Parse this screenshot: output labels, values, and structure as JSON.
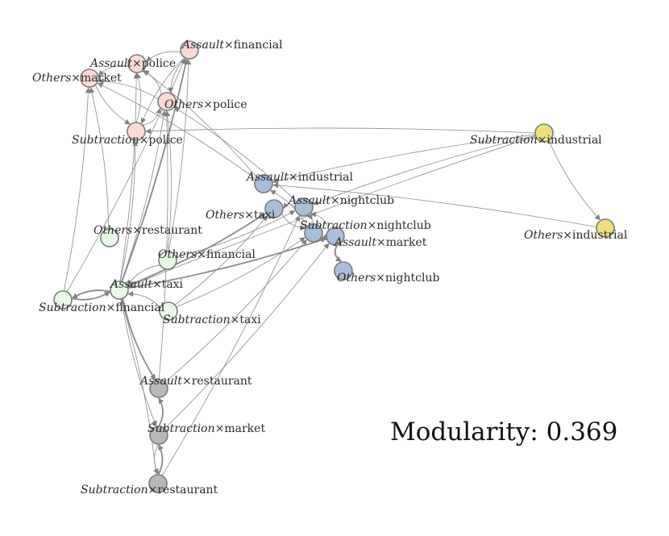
{
  "modularity_text": "Modularity: 0.369",
  "community_colors": {
    "police": "#fbd9d6",
    "nightclub": "#a9bddc",
    "industrial": "#ede07a",
    "taxi": "#e8f8e6",
    "restaurant": "#b8b8b8"
  },
  "nodes": [
    {
      "id": "assault-financial",
      "crime": "Assault",
      "place": "financial",
      "community": "police"
    },
    {
      "id": "assault-police",
      "crime": "Assault",
      "place": "police",
      "community": "police"
    },
    {
      "id": "others-market",
      "crime": "Others",
      "place": "market",
      "community": "police"
    },
    {
      "id": "others-police",
      "crime": "Others",
      "place": "police",
      "community": "police"
    },
    {
      "id": "subtraction-police",
      "crime": "Subtraction",
      "place": "police",
      "community": "police"
    },
    {
      "id": "subtraction-industrial",
      "crime": "Subtraction",
      "place": "industrial",
      "community": "industrial"
    },
    {
      "id": "others-industrial",
      "crime": "Others",
      "place": "industrial",
      "community": "industrial"
    },
    {
      "id": "assault-industrial",
      "crime": "Assault",
      "place": "industrial",
      "community": "nightclub"
    },
    {
      "id": "assault-nightclub",
      "crime": "Assault",
      "place": "nightclub",
      "community": "nightclub"
    },
    {
      "id": "others-taxi",
      "crime": "Others",
      "place": "taxi",
      "community": "nightclub"
    },
    {
      "id": "subtraction-nightclub",
      "crime": "Subtraction",
      "place": "nightclub",
      "community": "nightclub"
    },
    {
      "id": "assault-market",
      "crime": "Assault",
      "place": "market",
      "community": "nightclub"
    },
    {
      "id": "others-nightclub",
      "crime": "Others",
      "place": "nightclub",
      "community": "nightclub"
    },
    {
      "id": "others-restaurant",
      "crime": "Others",
      "place": "restaurant",
      "community": "taxi"
    },
    {
      "id": "others-financial",
      "crime": "Others",
      "place": "financial",
      "community": "taxi"
    },
    {
      "id": "assault-taxi",
      "crime": "Assault",
      "place": "taxi",
      "community": "taxi"
    },
    {
      "id": "subtraction-financial",
      "crime": "Subtraction",
      "place": "financial",
      "community": "taxi"
    },
    {
      "id": "subtraction-taxi",
      "crime": "Subtraction",
      "place": "taxi",
      "community": "taxi"
    },
    {
      "id": "assault-restaurant",
      "crime": "Assault",
      "place": "restaurant",
      "community": "restaurant"
    },
    {
      "id": "subtraction-market",
      "crime": "Subtraction",
      "place": "market",
      "community": "restaurant"
    },
    {
      "id": "subtraction-restaurant",
      "crime": "Subtraction",
      "place": "restaurant",
      "community": "restaurant"
    }
  ],
  "edges": [
    [
      "others-police",
      "assault-police"
    ],
    [
      "assault-police",
      "others-market"
    ],
    [
      "others-police",
      "others-market"
    ],
    [
      "assault-financial",
      "assault-police"
    ],
    [
      "subtraction-police",
      "assault-police"
    ],
    [
      "subtraction-police",
      "others-police"
    ],
    [
      "others-market",
      "subtraction-police"
    ],
    [
      "assault-financial",
      "subtraction-police"
    ],
    [
      "assault-financial",
      "others-police"
    ],
    [
      "subtraction-industrial",
      "others-industrial"
    ],
    [
      "others-industrial",
      "assault-industrial"
    ],
    [
      "subtraction-industrial",
      "assault-industrial"
    ],
    [
      "subtraction-industrial",
      "assault-nightclub"
    ],
    [
      "subtraction-industrial",
      "assault-taxi"
    ],
    [
      "subtraction-industrial",
      "subtraction-police"
    ],
    [
      "assault-industrial",
      "assault-police"
    ],
    [
      "assault-industrial",
      "others-market"
    ],
    [
      "assault-nightclub",
      "others-police"
    ],
    [
      "assault-nightclub",
      "others-taxi"
    ],
    [
      "subtraction-nightclub",
      "assault-industrial"
    ],
    [
      "subtraction-nightclub",
      "assault-nightclub"
    ],
    [
      "subtraction-nightclub",
      "assault-market"
    ],
    [
      "assault-market",
      "others-nightclub"
    ],
    [
      "assault-market",
      "assault-nightclub"
    ],
    [
      "others-taxi",
      "subtraction-nightclub"
    ],
    [
      "assault-taxi",
      "assault-financial"
    ],
    [
      "assault-taxi",
      "assault-police"
    ],
    [
      "assault-taxi",
      "subtraction-financial"
    ],
    [
      "subtraction-financial",
      "assault-taxi"
    ],
    [
      "others-financial",
      "assault-taxi"
    ],
    [
      "subtraction-taxi",
      "assault-taxi"
    ],
    [
      "assault-taxi",
      "assault-restaurant"
    ],
    [
      "assault-taxi",
      "subtraction-market"
    ],
    [
      "assault-taxi",
      "subtraction-police"
    ],
    [
      "subtraction-financial",
      "others-market"
    ],
    [
      "subtraction-financial",
      "assault-financial"
    ],
    [
      "others-restaurant",
      "others-market"
    ],
    [
      "others-financial",
      "assault-financial"
    ],
    [
      "others-financial",
      "others-police"
    ],
    [
      "assault-taxi",
      "others-taxi"
    ],
    [
      "assault-taxi",
      "assault-market"
    ],
    [
      "subtraction-taxi",
      "subtraction-nightclub"
    ],
    [
      "subtraction-taxi",
      "others-taxi"
    ],
    [
      "others-financial",
      "assault-nightclub"
    ],
    [
      "assault-restaurant",
      "subtraction-nightclub"
    ],
    [
      "assault-restaurant",
      "others-police"
    ],
    [
      "subtraction-market",
      "assault-restaurant"
    ],
    [
      "subtraction-restaurant",
      "subtraction-market"
    ],
    [
      "subtraction-market",
      "subtraction-restaurant"
    ],
    [
      "subtraction-restaurant",
      "assault-nightclub"
    ],
    [
      "subtraction-restaurant",
      "assault-taxi"
    ],
    [
      "subtraction-market",
      "assault-market"
    ],
    [
      "assault-taxi",
      "others-police"
    ]
  ]
}
